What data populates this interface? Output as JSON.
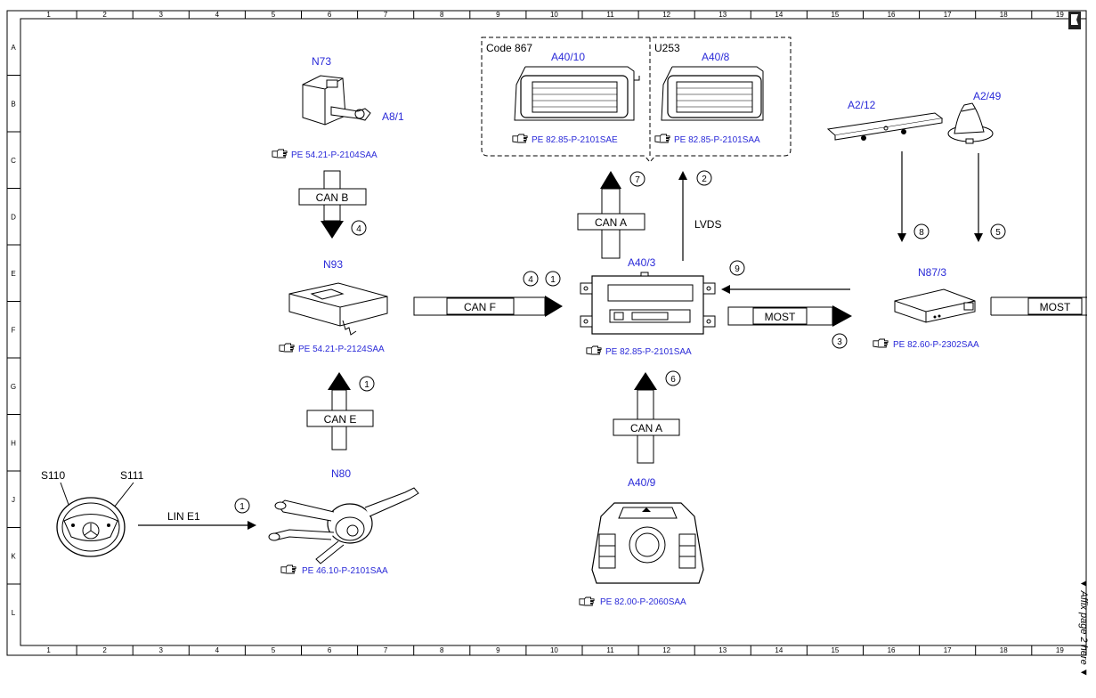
{
  "grid": {
    "columns": [
      "1",
      "2",
      "3",
      "4",
      "5",
      "6",
      "7",
      "8",
      "9",
      "10",
      "11",
      "12",
      "13",
      "14",
      "15",
      "16",
      "17",
      "18",
      "19"
    ],
    "rows": [
      "A",
      "B",
      "C",
      "D",
      "E",
      "F",
      "G",
      "H",
      "J",
      "K",
      "L"
    ]
  },
  "groups": {
    "code867": "Code 867",
    "u253": "U253"
  },
  "components": {
    "a40_10": {
      "code": "A40/10",
      "ref": "PE 82.85-P-2101SAE"
    },
    "a40_8": {
      "code": "A40/8",
      "ref": "PE 82.85-P-2101SAA"
    },
    "n73": {
      "code": "N73"
    },
    "a8_1": {
      "code": "A8/1",
      "ref": "PE 54.21-P-2104SAA"
    },
    "a2_12": {
      "code": "A2/12"
    },
    "a2_49": {
      "code": "A2/49"
    },
    "n93": {
      "code": "N93",
      "ref": "PE 54.21-P-2124SAA"
    },
    "a40_3": {
      "code": "A40/3",
      "ref": "PE 82.85-P-2101SAA"
    },
    "n87_3": {
      "code": "N87/3",
      "ref": "PE 82.60-P-2302SAA"
    },
    "s110": {
      "code": "S110"
    },
    "s111": {
      "code": "S111"
    },
    "n80": {
      "code": "N80",
      "ref": "PE 46.10-P-2101SAA"
    },
    "a40_9": {
      "code": "A40/9",
      "ref": "PE 82.00-P-2060SAA"
    }
  },
  "connections": {
    "can_b": "CAN B",
    "can_f": "CAN F",
    "can_e": "CAN E",
    "can_a_top": "CAN A",
    "can_a_bottom": "CAN A",
    "lvds": "LVDS",
    "most": "MOST",
    "most_right": "MOST",
    "lin_e1": "LIN E1"
  },
  "circled_numbers": {
    "c7": "7",
    "c2": "2",
    "c4a": "4",
    "c8": "8",
    "c5": "5",
    "c4b": "4",
    "c1a": "1",
    "c9": "9",
    "c3": "3",
    "c1b": "1",
    "c6": "6",
    "c1c": "1"
  },
  "side_note": "▼ Affix page 2 here ▼",
  "colors": {
    "ref_blue": "#2a2ad8",
    "line": "#000000"
  },
  "icons": {
    "ref": "pointing-hand-icon"
  }
}
